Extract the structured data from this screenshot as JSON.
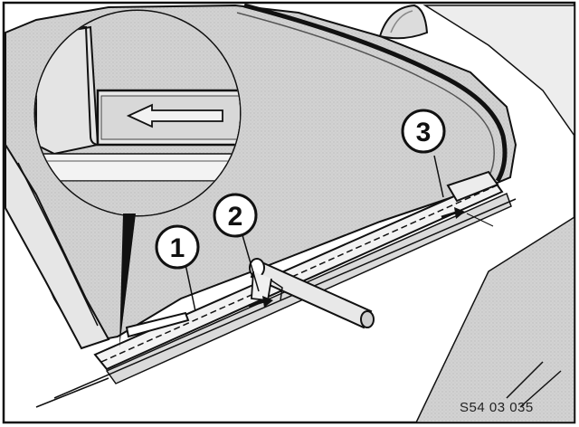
{
  "callouts": [
    {
      "id": "1",
      "label": "1"
    },
    {
      "id": "2",
      "label": "2"
    },
    {
      "id": "3",
      "label": "3"
    }
  ],
  "reference_code": "S54 03 035",
  "colors": {
    "ink": "#111111",
    "panel": "#d4d4d4",
    "panel_light": "#e2e2e2",
    "background": "#ffffff"
  },
  "icons": [
    "direction-arrow-icon",
    "motion-arrow-icon"
  ]
}
